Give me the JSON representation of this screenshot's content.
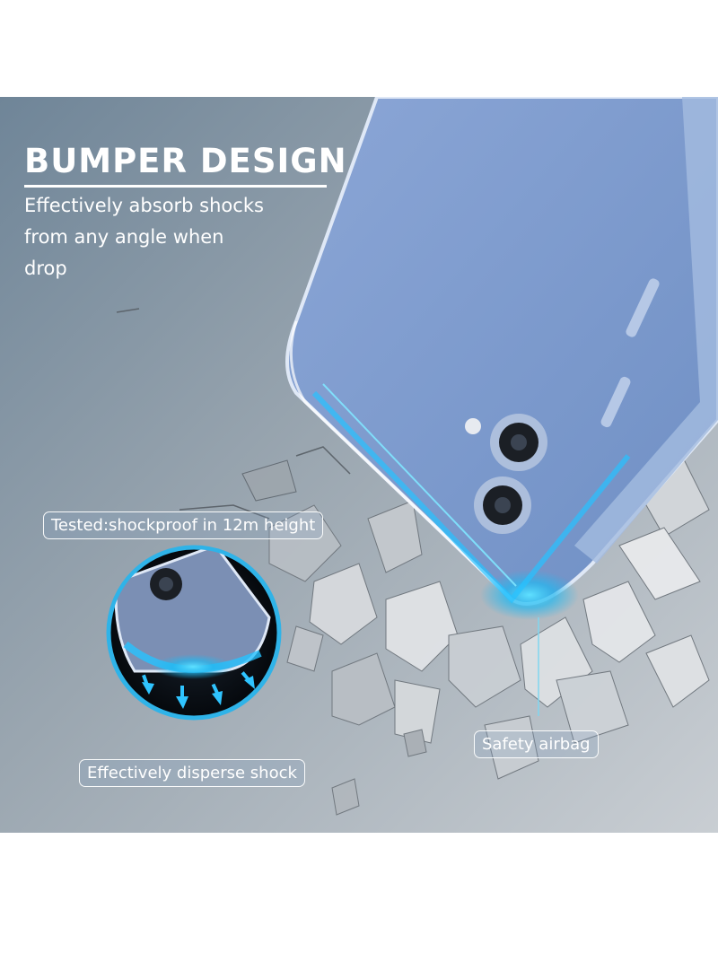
{
  "heading": {
    "title": "BUMPER DESIGN",
    "subtitle_lines": [
      "Effectively absorb shocks",
      "from any angle when",
      "drop"
    ]
  },
  "callouts": {
    "tested": "Tested:shockproof in 12m height",
    "airbag": "Safety airbag",
    "disperse": "Effectively disperse shock"
  },
  "colors": {
    "accent_glow": "#27c2ff",
    "phone_body": "#7e9ccb",
    "background": "#a6b0b8"
  },
  "icons": {
    "arrows": "arrow-down-icon"
  }
}
